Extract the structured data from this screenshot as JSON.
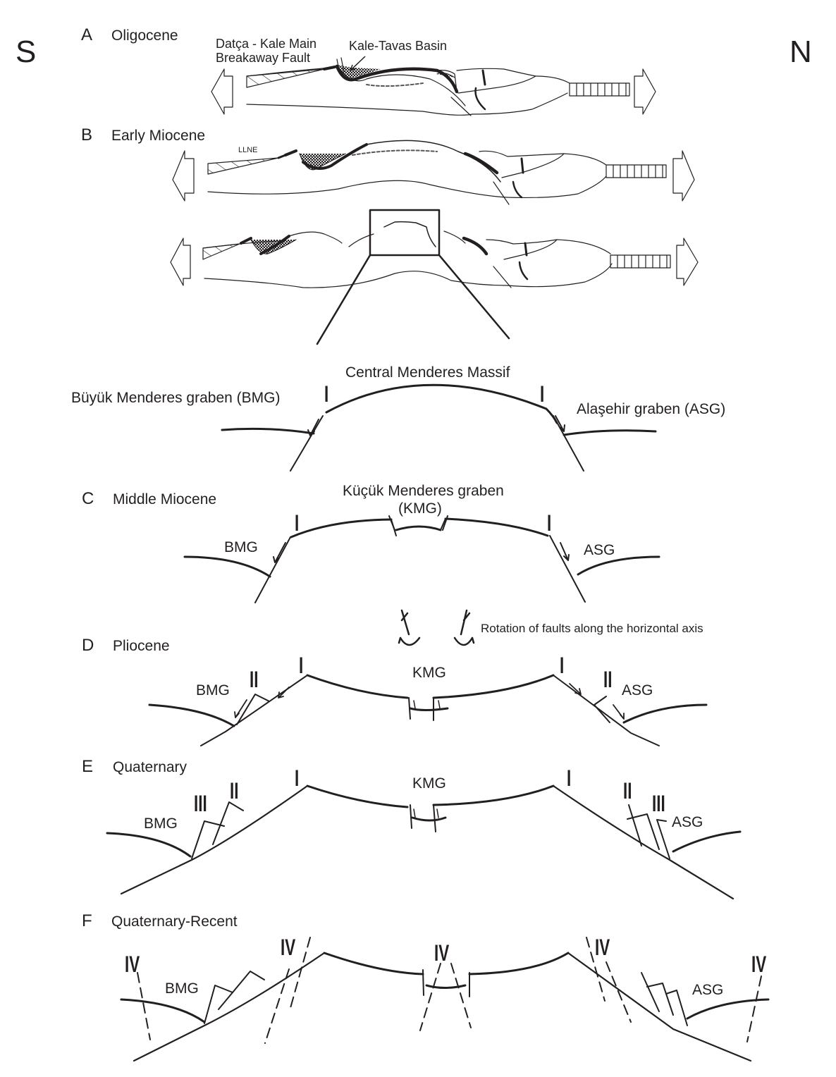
{
  "figure": {
    "compass": {
      "left": "S",
      "right": "N"
    },
    "panels": [
      {
        "letter": "A",
        "title": "Oligocene",
        "labels": {
          "breakaway_line1": "Datça - Kale Main",
          "breakaway_line2": "Breakaway Fault",
          "basin": "Kale-Tavas Basin"
        }
      },
      {
        "letter": "B",
        "title": "Early Miocene",
        "labels": {
          "llne": "LLNE"
        }
      },
      {
        "letter": "C",
        "title": "Middle Miocene",
        "labels": {
          "kmg_line1": "Küçük Menderes graben",
          "kmg_line2": "(KMG)",
          "bmg": "BMG",
          "asg": "ASG",
          "fault_left": "I",
          "fault_right": "I"
        }
      },
      {
        "letter": "D",
        "title": "Pliocene",
        "labels": {
          "kmg": "KMG",
          "bmg": "BMG",
          "asg": "ASG",
          "fault_i_left": "I",
          "fault_ii_left": "II",
          "fault_i_right": "I",
          "fault_ii_right": "II"
        }
      },
      {
        "letter": "E",
        "title": "Quaternary",
        "labels": {
          "kmg": "KMG",
          "bmg": "BMG",
          "asg": "ASG",
          "fault_i_left": "I",
          "fault_ii_left": "II",
          "fault_iii_left": "III",
          "fault_i_right": "I",
          "fault_ii_right": "II",
          "fault_iii_right": "III"
        }
      },
      {
        "letter": "F",
        "title": "Quaternary-Recent",
        "labels": {
          "bmg": "BMG",
          "asg": "ASG",
          "fault_iv_1": "IV",
          "fault_iv_2": "IV",
          "fault_iv_3": "IV",
          "fault_iv_4": "IV",
          "fault_iv_5": "IV"
        }
      }
    ],
    "inset": {
      "title": "Central Menderes Massif",
      "bmg_full": "Büyük Menderes graben (BMG)",
      "asg_full": "Alaşehir graben (ASG)",
      "fault_left": "I",
      "fault_right": "I"
    },
    "rotation_note": "Rotation of faults along the horizontal axis",
    "colors": {
      "ink": "#231f20",
      "stipple": "#888888",
      "background": "#ffffff"
    }
  }
}
